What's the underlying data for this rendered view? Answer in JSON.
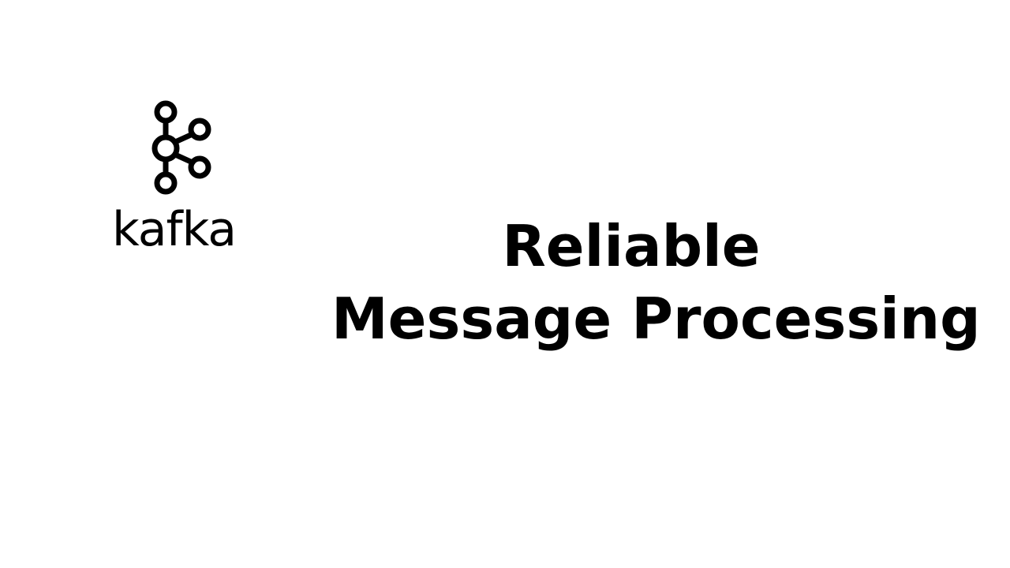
{
  "logo": {
    "icon": "kafka-logo-icon",
    "wordmark": "kafka"
  },
  "title": {
    "line1": "Reliable",
    "line2": "Message Processing"
  },
  "colors": {
    "background": "#ffffff",
    "text": "#000000"
  }
}
